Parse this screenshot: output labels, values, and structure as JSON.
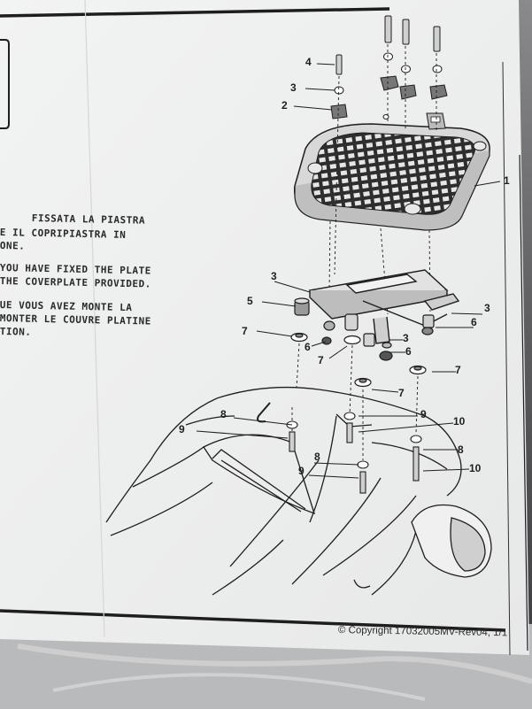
{
  "instructions": {
    "it_line1": "FISSATA LA PIASTRA",
    "it_line2": "E IL COPRIPIASTRA IN",
    "it_line3": "ONE.",
    "en_line1": "YOU HAVE FIXED THE PLATE",
    "en_line2": "THE COVERPLATE PROVIDED.",
    "fr_line1": "UE VOUS AVEZ MONTE LA",
    "fr_line2": " MONTER LE COUVRE PLATINE",
    "fr_line3": "TION."
  },
  "part_numbers": {
    "p1": "1",
    "p2": "2",
    "p3": "3",
    "p4": "4",
    "p5": "5",
    "p6": "6",
    "p7": "7",
    "p8": "8",
    "p9": "9",
    "p10": "10"
  },
  "footer": {
    "copyright": "© Copyright 17032005MV-Rev04, 1/1"
  }
}
